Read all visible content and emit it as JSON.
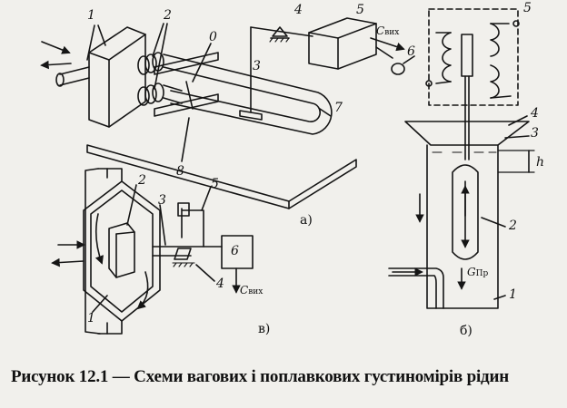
{
  "figure": {
    "caption": "Рисунок 12.1 — Схеми вагових і поплавкових густиномірів рідин",
    "panels": {
      "a": "а)",
      "b": "б)",
      "v": "в)"
    },
    "labels_a": [
      "1",
      "2",
      "0",
      "4",
      "5",
      "6",
      "3",
      "7",
      "8"
    ],
    "labels_b": [
      "5",
      "4",
      "3",
      "2",
      "1"
    ],
    "labels_v": [
      "2",
      "3",
      "5",
      "6",
      "4",
      "1"
    ],
    "output_signal": {
      "symbol": "C",
      "subscript": "вих"
    },
    "float_force": {
      "symbol": "G",
      "subscript": "Пр"
    },
    "depth_symbol": "h"
  }
}
